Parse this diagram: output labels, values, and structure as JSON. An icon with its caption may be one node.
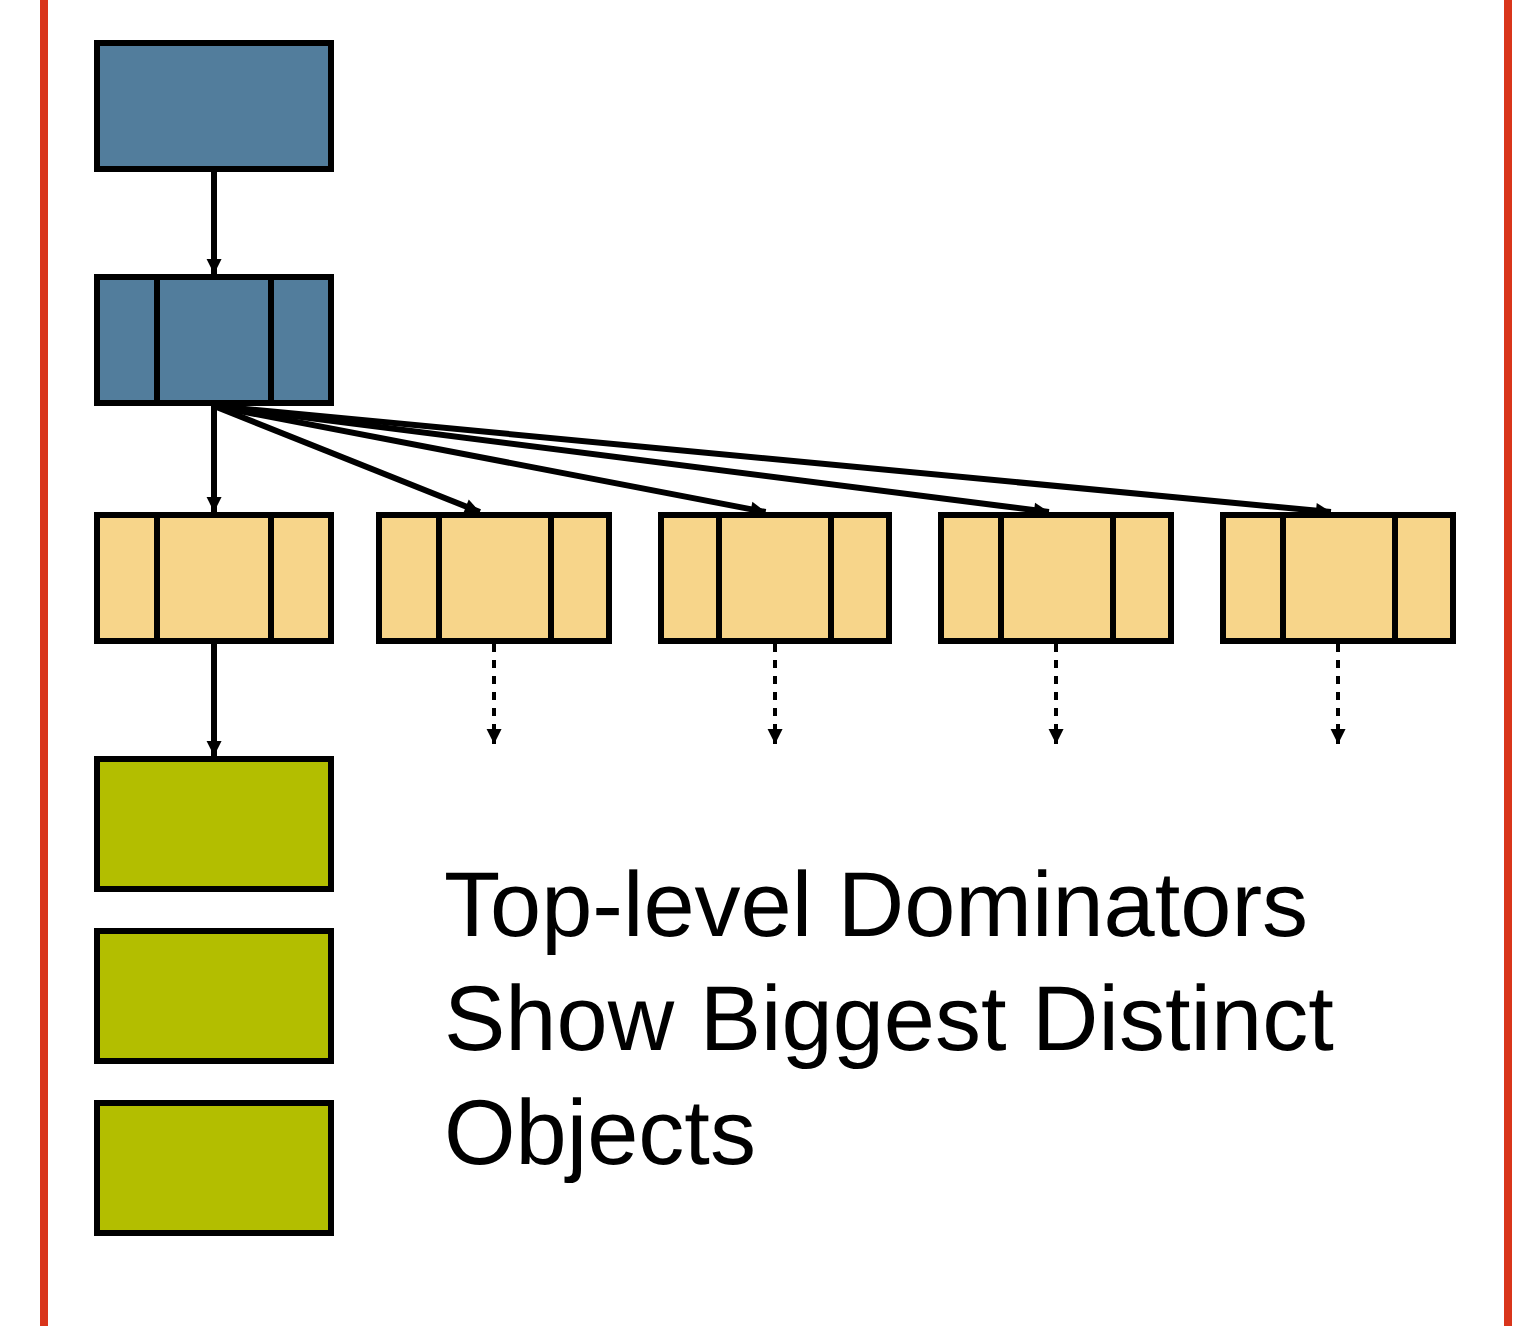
{
  "diagram": {
    "nodes": [
      {
        "text": [],
        "shape": "box"
      },
      {
        "text": [],
        "shape": "box"
      },
      {
        "text": [],
        "shape": "box"
      },
      {
        "text": [],
        "shape": "box"
      },
      {
        "text": [],
        "shape": "box"
      },
      {
        "text": [],
        "shape": "box"
      },
      {
        "text": [],
        "shape": "box"
      },
      {
        "text": [],
        "shape": "box"
      },
      {
        "text": [],
        "shape": "box"
      },
      {
        "text": [],
        "shape": "box"
      }
    ],
    "edges": [
      {
        "from": 0,
        "to": 1,
        "arrow": "to"
      },
      {
        "from": 1,
        "to": 2,
        "arrow": "to"
      },
      {
        "from": 1,
        "to": 3,
        "arrow": "to"
      },
      {
        "from": 1,
        "to": 4,
        "arrow": "to"
      },
      {
        "from": 1,
        "to": 5,
        "arrow": "to"
      },
      {
        "from": 1,
        "to": 6,
        "arrow": "to"
      },
      {
        "from": 2,
        "to": 7,
        "arrow": "to"
      },
      {
        "from": 3,
        "to": null,
        "arrow": "to",
        "style": "dashed"
      },
      {
        "from": 4,
        "to": null,
        "arrow": "to",
        "style": "dashed"
      },
      {
        "from": 5,
        "to": null,
        "arrow": "to",
        "style": "dashed"
      },
      {
        "from": 6,
        "to": null,
        "arrow": "to",
        "style": "dashed"
      }
    ],
    "labels": [
      "Top-level Dominators Show Biggest Distinct Objects"
    ]
  }
}
